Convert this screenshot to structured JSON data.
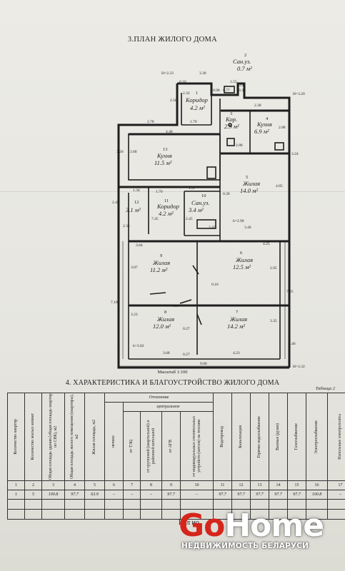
{
  "plan": {
    "title": "3.ПЛАН ЖИЛОГО ДОМА",
    "heights": {
      "h1": "H=2.23",
      "h2": "H=3.20",
      "h3": "h=2.90",
      "h4": "h=3.02",
      "h5": "H=3.32"
    },
    "rooms": [
      {
        "no": "1",
        "name": "Коридор",
        "area": "4.2 м²"
      },
      {
        "no": "2",
        "name": "Сан.уз.",
        "area": "0.7 м²"
      },
      {
        "no": "3",
        "name": "Кор.",
        "area": "2.9 м²"
      },
      {
        "no": "4",
        "name": "Кухня",
        "area": "6.9 м²"
      },
      {
        "no": "5",
        "name": "Жилая",
        "area": "14.0 м²"
      },
      {
        "no": "6",
        "name": "Жилая",
        "area": "12.5 м²"
      },
      {
        "no": "7",
        "name": "Жилая",
        "area": "14.2 м²"
      },
      {
        "no": "8",
        "name": "Жилая",
        "area": "12.0 м²"
      },
      {
        "no": "9",
        "name": "Жилая",
        "area": "11.2 м²"
      },
      {
        "no": "10",
        "name": "Сан.уз.",
        "area": "3.4 м²"
      },
      {
        "no": "11",
        "name": "Коридор",
        "area": "4.2 м²"
      },
      {
        "no": "12",
        "name": "",
        "area": "3.1 м²"
      },
      {
        "no": "13",
        "name": "Кухня",
        "area": "11.5 м²"
      }
    ],
    "dims": [
      "3.30",
      "0.10",
      "0.98",
      "2.56",
      "2.32",
      "1.55",
      "0.77",
      "0.39",
      "0.98",
      "2.38",
      "1.79",
      "2.78",
      "4.48",
      "3.20",
      "2.68",
      "3.24",
      "2.88",
      "2.88",
      "1.34",
      "1.70",
      "1.37",
      "2.45",
      "0.30",
      "3.46",
      "3.64",
      "4.25",
      "2.35",
      "7.45",
      "2.45",
      "2.45",
      "3.07",
      "2.95",
      "7.19",
      "7.25",
      "0.27",
      "3.23",
      "3.35",
      "0.07",
      "0.10",
      "0.27",
      "3.68",
      "4.23",
      "0.46",
      "9.00",
      "4.85"
    ],
    "scale": "Масштаб 1:100"
  },
  "section": {
    "title": "4. ХАРАКТЕРИСТИКА И БЛАГОУСТРОЙСТВО ЖИЛОГО ДОМА",
    "table_no": "Таблица 2",
    "heating_group": "Отопление",
    "central_group": "центральное",
    "headers": [
      "Количество квартир",
      "Количество жилых комнат",
      "Общая площадь здания (общая площадь квартир по СНБ), м2",
      "Общая площадь жилого помещения (квартиры), м2",
      "Жилая площадь, м2",
      "печное",
      "от ТЭЦ",
      "от групповой (квартальной) и районной котельной",
      "от АГВ",
      "от индивидуальных отопительных устройств (котлов) на топливе",
      "Водопровод",
      "Канализация",
      "Горячее водоснабжение",
      "Ванные (души)",
      "Газоснабжение",
      "Электроснабжение",
      "Напольные электроплиты"
    ],
    "col_numbers": [
      "1",
      "2",
      "3",
      "4",
      "5",
      "6",
      "7",
      "8",
      "9",
      "10",
      "11",
      "12",
      "13",
      "14",
      "15",
      "16",
      "17"
    ],
    "row": [
      "1",
      "5",
      "100.8",
      "97.7",
      "63.9",
      "–",
      "–",
      "–",
      "97.7",
      "–",
      "97.7",
      "97.7",
      "97.7",
      "97.7",
      "97.7",
      "100.8",
      "–"
    ]
  },
  "watermark": {
    "brand_first": "Go",
    "brand_rest": "Home",
    "subtitle": "НЕДВИЖИМОСТЬ БЕЛАРУСИ",
    "partial_text": "Кол             но"
  },
  "colors": {
    "paper": "#ecebe6",
    "ink": "#1e1e1e",
    "brand_red": "#d6251b",
    "brand_white": "#ffffff",
    "background": "#6f6f6b"
  }
}
